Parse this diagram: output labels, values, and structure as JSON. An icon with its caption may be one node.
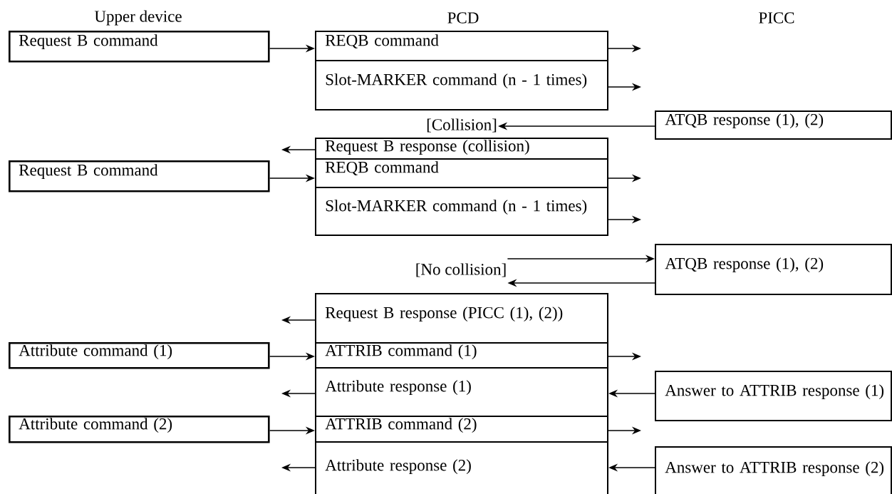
{
  "diagram": {
    "nodes": [
      {
        "text": [
          "Request B command"
        ]
      },
      {
        "text": [
          "REQB command"
        ]
      },
      {
        "text": [
          "Slot-MARKER command (n - 1 times)"
        ]
      },
      {
        "text": [
          "[Collision]"
        ]
      },
      {
        "text": [
          "ATQB response (1), (2)"
        ]
      },
      {
        "text": [
          "Request B response (collision)"
        ]
      },
      {
        "text": [
          "Request B command"
        ]
      },
      {
        "text": [
          "REQB command"
        ]
      },
      {
        "text": [
          "Slot-MARKER command (n - 1 times)"
        ]
      },
      {
        "text": [
          "[No collision]"
        ]
      },
      {
        "text": [
          "ATQB response (1), (2)"
        ]
      },
      {
        "text": [
          "Request B response (PICC (1), (2))"
        ]
      },
      {
        "text": [
          "Attribute command (1)"
        ]
      },
      {
        "text": [
          "ATTRIB command (1)"
        ]
      },
      {
        "text": [
          "Attribute response (1)"
        ]
      },
      {
        "text": [
          "Answer to ATTRIB response (1)"
        ]
      },
      {
        "text": [
          "Attribute command (2)"
        ]
      },
      {
        "text": [
          "ATTRIB command (2)"
        ]
      },
      {
        "text": [
          "Attribute response (2)"
        ]
      },
      {
        "text": [
          "Answer to ATTRIB response (2)"
        ]
      }
    ],
    "edges": [
      {
        "from": 0,
        "to": 1,
        "arrow": "to"
      },
      {
        "from": 1,
        "to": null,
        "arrow": "to"
      },
      {
        "from": 2,
        "to": null,
        "arrow": "to"
      },
      {
        "from": 4,
        "to": 3,
        "arrow": "to"
      },
      {
        "from": 5,
        "to": null,
        "arrow": "to"
      },
      {
        "from": 6,
        "to": 7,
        "arrow": "to"
      },
      {
        "from": 7,
        "to": null,
        "arrow": "to"
      },
      {
        "from": 8,
        "to": null,
        "arrow": "to"
      },
      {
        "from": 9,
        "to": 10,
        "arrow": "to"
      },
      {
        "from": 10,
        "to": 9,
        "arrow": "to"
      },
      {
        "from": 11,
        "to": null,
        "arrow": "to"
      },
      {
        "from": 12,
        "to": 13,
        "arrow": "to"
      },
      {
        "from": 13,
        "to": null,
        "arrow": "to"
      },
      {
        "from": 15,
        "to": 14,
        "arrow": "to"
      },
      {
        "from": 14,
        "to": null,
        "arrow": "to"
      },
      {
        "from": 16,
        "to": 17,
        "arrow": "to"
      },
      {
        "from": 17,
        "to": null,
        "arrow": "to"
      },
      {
        "from": 19,
        "to": 18,
        "arrow": "to"
      },
      {
        "from": 18,
        "to": null,
        "arrow": "to"
      }
    ],
    "labels": [
      "Upper device",
      "PCD",
      "PICC"
    ]
  }
}
